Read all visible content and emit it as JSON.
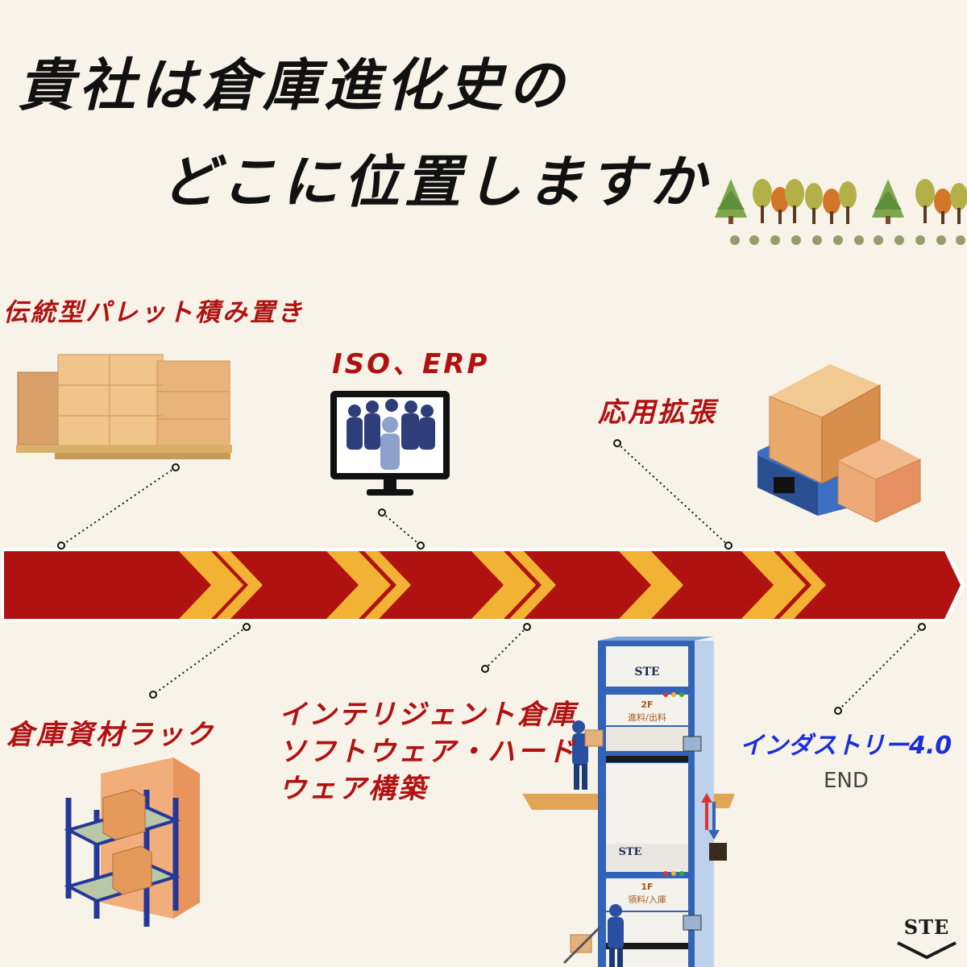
{
  "title": {
    "line1": "貴社は倉庫進化史の",
    "line2": "どこに位置しますか"
  },
  "milestones": {
    "pallet": "伝統型パレット積み置き",
    "iso_erp": "ISO、ERP",
    "application": "応用拡張",
    "rack": "倉庫資材ラック",
    "smart_line1": "インテリジェント倉庫",
    "smart_line2": "ソフトウェア・ハード",
    "smart_line3": "ウェア構築",
    "industry": "インダストリー4.0",
    "end": "END"
  },
  "tower": {
    "logo_top": "STE",
    "floor2_label": "2F",
    "floor2_sub": "進料/出料",
    "logo_mid": "STE",
    "floor1_label": "1F",
    "floor1_sub": "領料/入庫"
  },
  "brand": {
    "logo": "STE"
  },
  "colors": {
    "background": "#f7f3e8",
    "arrow_red": "#b01212",
    "chevron_yellow": "#f2b233",
    "label_red": "#b01212",
    "label_blue": "#1a2fd6"
  }
}
